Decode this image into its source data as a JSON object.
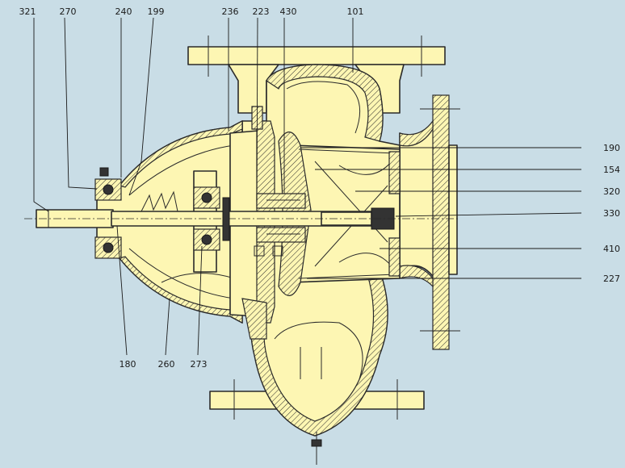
{
  "labels": {
    "top": [
      {
        "id": "321",
        "text": "321"
      },
      {
        "id": "270",
        "text": "270"
      },
      {
        "id": "240",
        "text": "240"
      },
      {
        "id": "199",
        "text": "199"
      },
      {
        "id": "236",
        "text": "236"
      },
      {
        "id": "223",
        "text": "223"
      },
      {
        "id": "430",
        "text": "430"
      },
      {
        "id": "101",
        "text": "101"
      }
    ],
    "right": [
      {
        "id": "190",
        "text": "190"
      },
      {
        "id": "154",
        "text": "154"
      },
      {
        "id": "320",
        "text": "320"
      },
      {
        "id": "330",
        "text": "330"
      },
      {
        "id": "410",
        "text": "410"
      },
      {
        "id": "227",
        "text": "227"
      }
    ],
    "bottom": [
      {
        "id": "180",
        "text": "180"
      },
      {
        "id": "260",
        "text": "260"
      },
      {
        "id": "273",
        "text": "273"
      }
    ]
  },
  "colors": {
    "background": "#c9dde6",
    "casing_fill": "#fdf6b3",
    "outline": "#2a2a2a"
  }
}
